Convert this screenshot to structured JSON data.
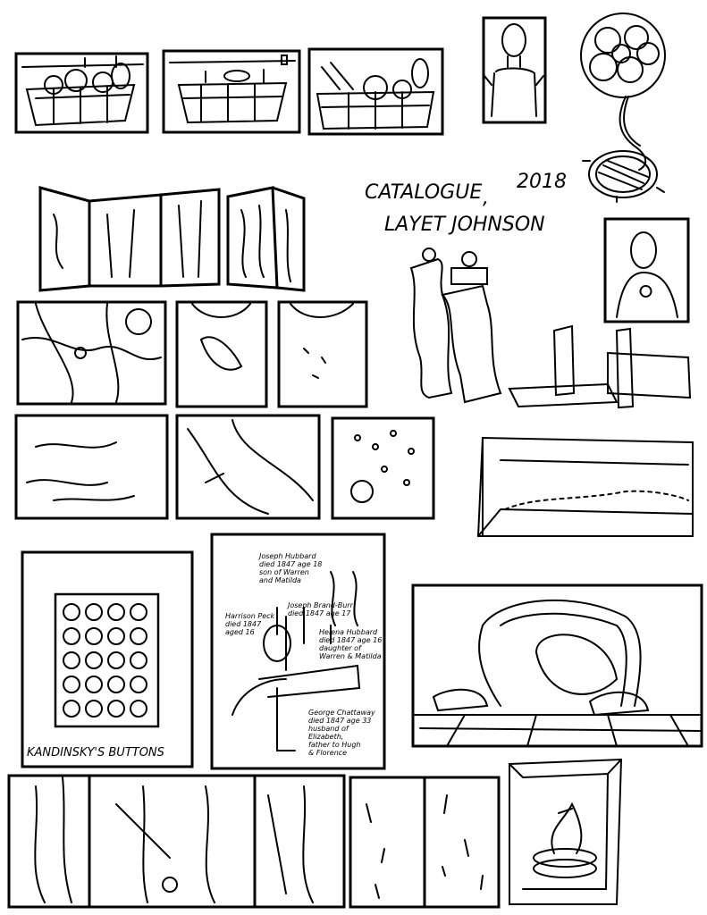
{
  "title": {
    "line1": "CATALOGUE",
    "comma": ",",
    "year": "2018",
    "artist": "LAYET JOHNSON"
  },
  "kandinsky": {
    "caption": "KANDINSKY'S BUTTONS"
  },
  "gun_drawing": {
    "labels": [
      [
        "Joseph Hubbard",
        "died 1847 age 18",
        "son of Warren",
        "and Matilda"
      ],
      [
        "Joseph Brand-Burr",
        "died 1847 age 17"
      ],
      [
        "Harrison Peck",
        "died 1847",
        "aged 16"
      ],
      [
        "Helena Hubbard",
        "died 1847 age 16",
        "daughter of",
        "Warren & Matilda"
      ],
      [
        "George Chattaway",
        "died 1847 age 33",
        "husband of",
        "Elizabeth,",
        "father to Hugh",
        "& Florence"
      ]
    ]
  },
  "colors": {
    "ink": "#000000",
    "paper": "#ffffff"
  }
}
